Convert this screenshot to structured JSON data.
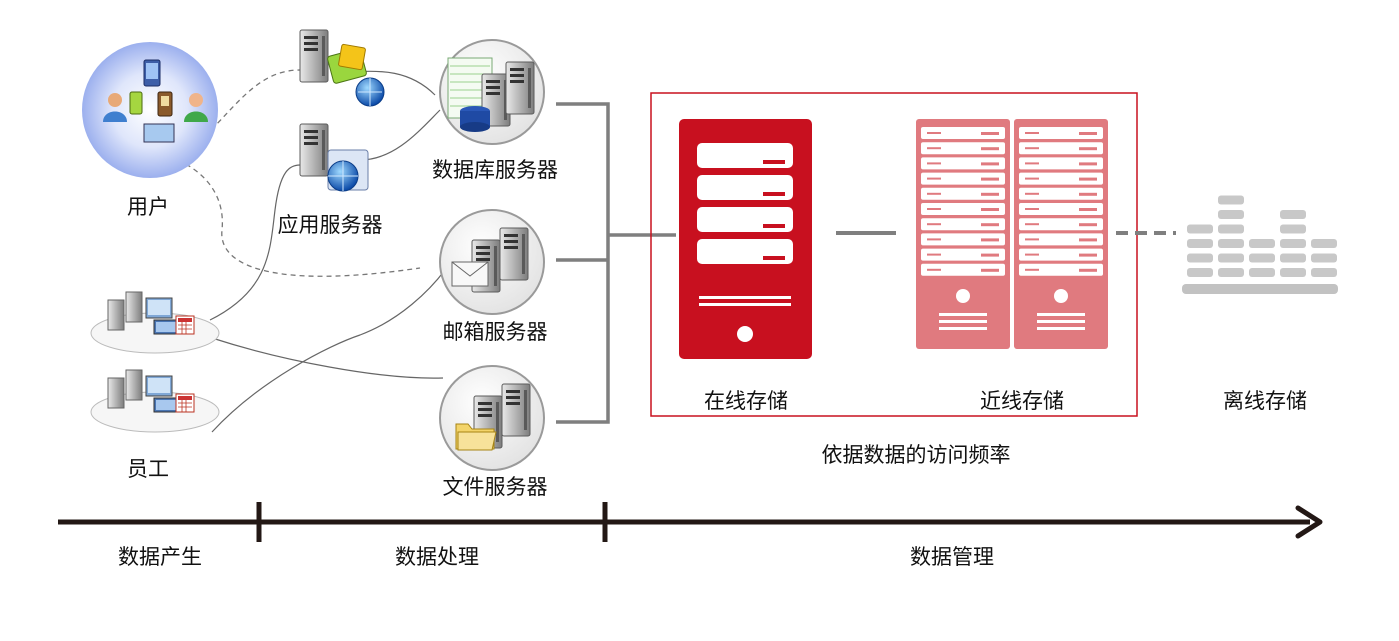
{
  "labels": {
    "user": "用户",
    "employee": "员工",
    "app_server": "应用服务器",
    "db_server": "数据库服务器",
    "mail_server": "邮箱服务器",
    "file_server": "文件服务器",
    "online_storage": "在线存储",
    "nearline_storage": "近线存储",
    "offline_storage": "离线存储",
    "access_frequency": "依据数据的访问频率"
  },
  "timeline": {
    "stages": [
      "数据产生",
      "数据处理",
      "数据管理"
    ]
  },
  "colors": {
    "online": "#c8101f",
    "nearline": "#e07a7f",
    "offline": "#c8c8c8",
    "frame": "#c8101f",
    "axis": "#231815",
    "connector": "#808080"
  },
  "icons": {
    "user": "user-devices-icon",
    "employee": "workstation-icon",
    "app_server": "app-server-icon",
    "db_server": "database-server-icon",
    "mail_server": "mail-server-icon",
    "file_server": "file-server-icon"
  }
}
